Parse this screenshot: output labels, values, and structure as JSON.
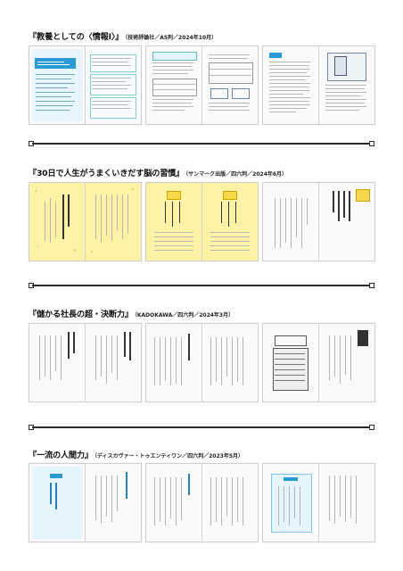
{
  "sections": [
    {
      "title": "『教養としての〈情報Ⅰ〉』",
      "meta": "（技術評論社／A5判／2024年10月）"
    },
    {
      "title": "『30日で人生がうまくいきだす脳の習慣』",
      "meta": "（サンマーク出版／四六判／2024年6月）"
    },
    {
      "title": "『儲かる社長の超・決断力』",
      "meta": "（KADOKAWA／四六判／2024年3月）"
    },
    {
      "title": "『一流の人間力』",
      "meta": "（ディスカヴァー・トゥエンティワン／四六判／2023年5月）"
    }
  ],
  "colors": {
    "accent_blue": "#2a9ad6",
    "yellow": "#fdf2a6",
    "divider": "#2a2a2a"
  }
}
